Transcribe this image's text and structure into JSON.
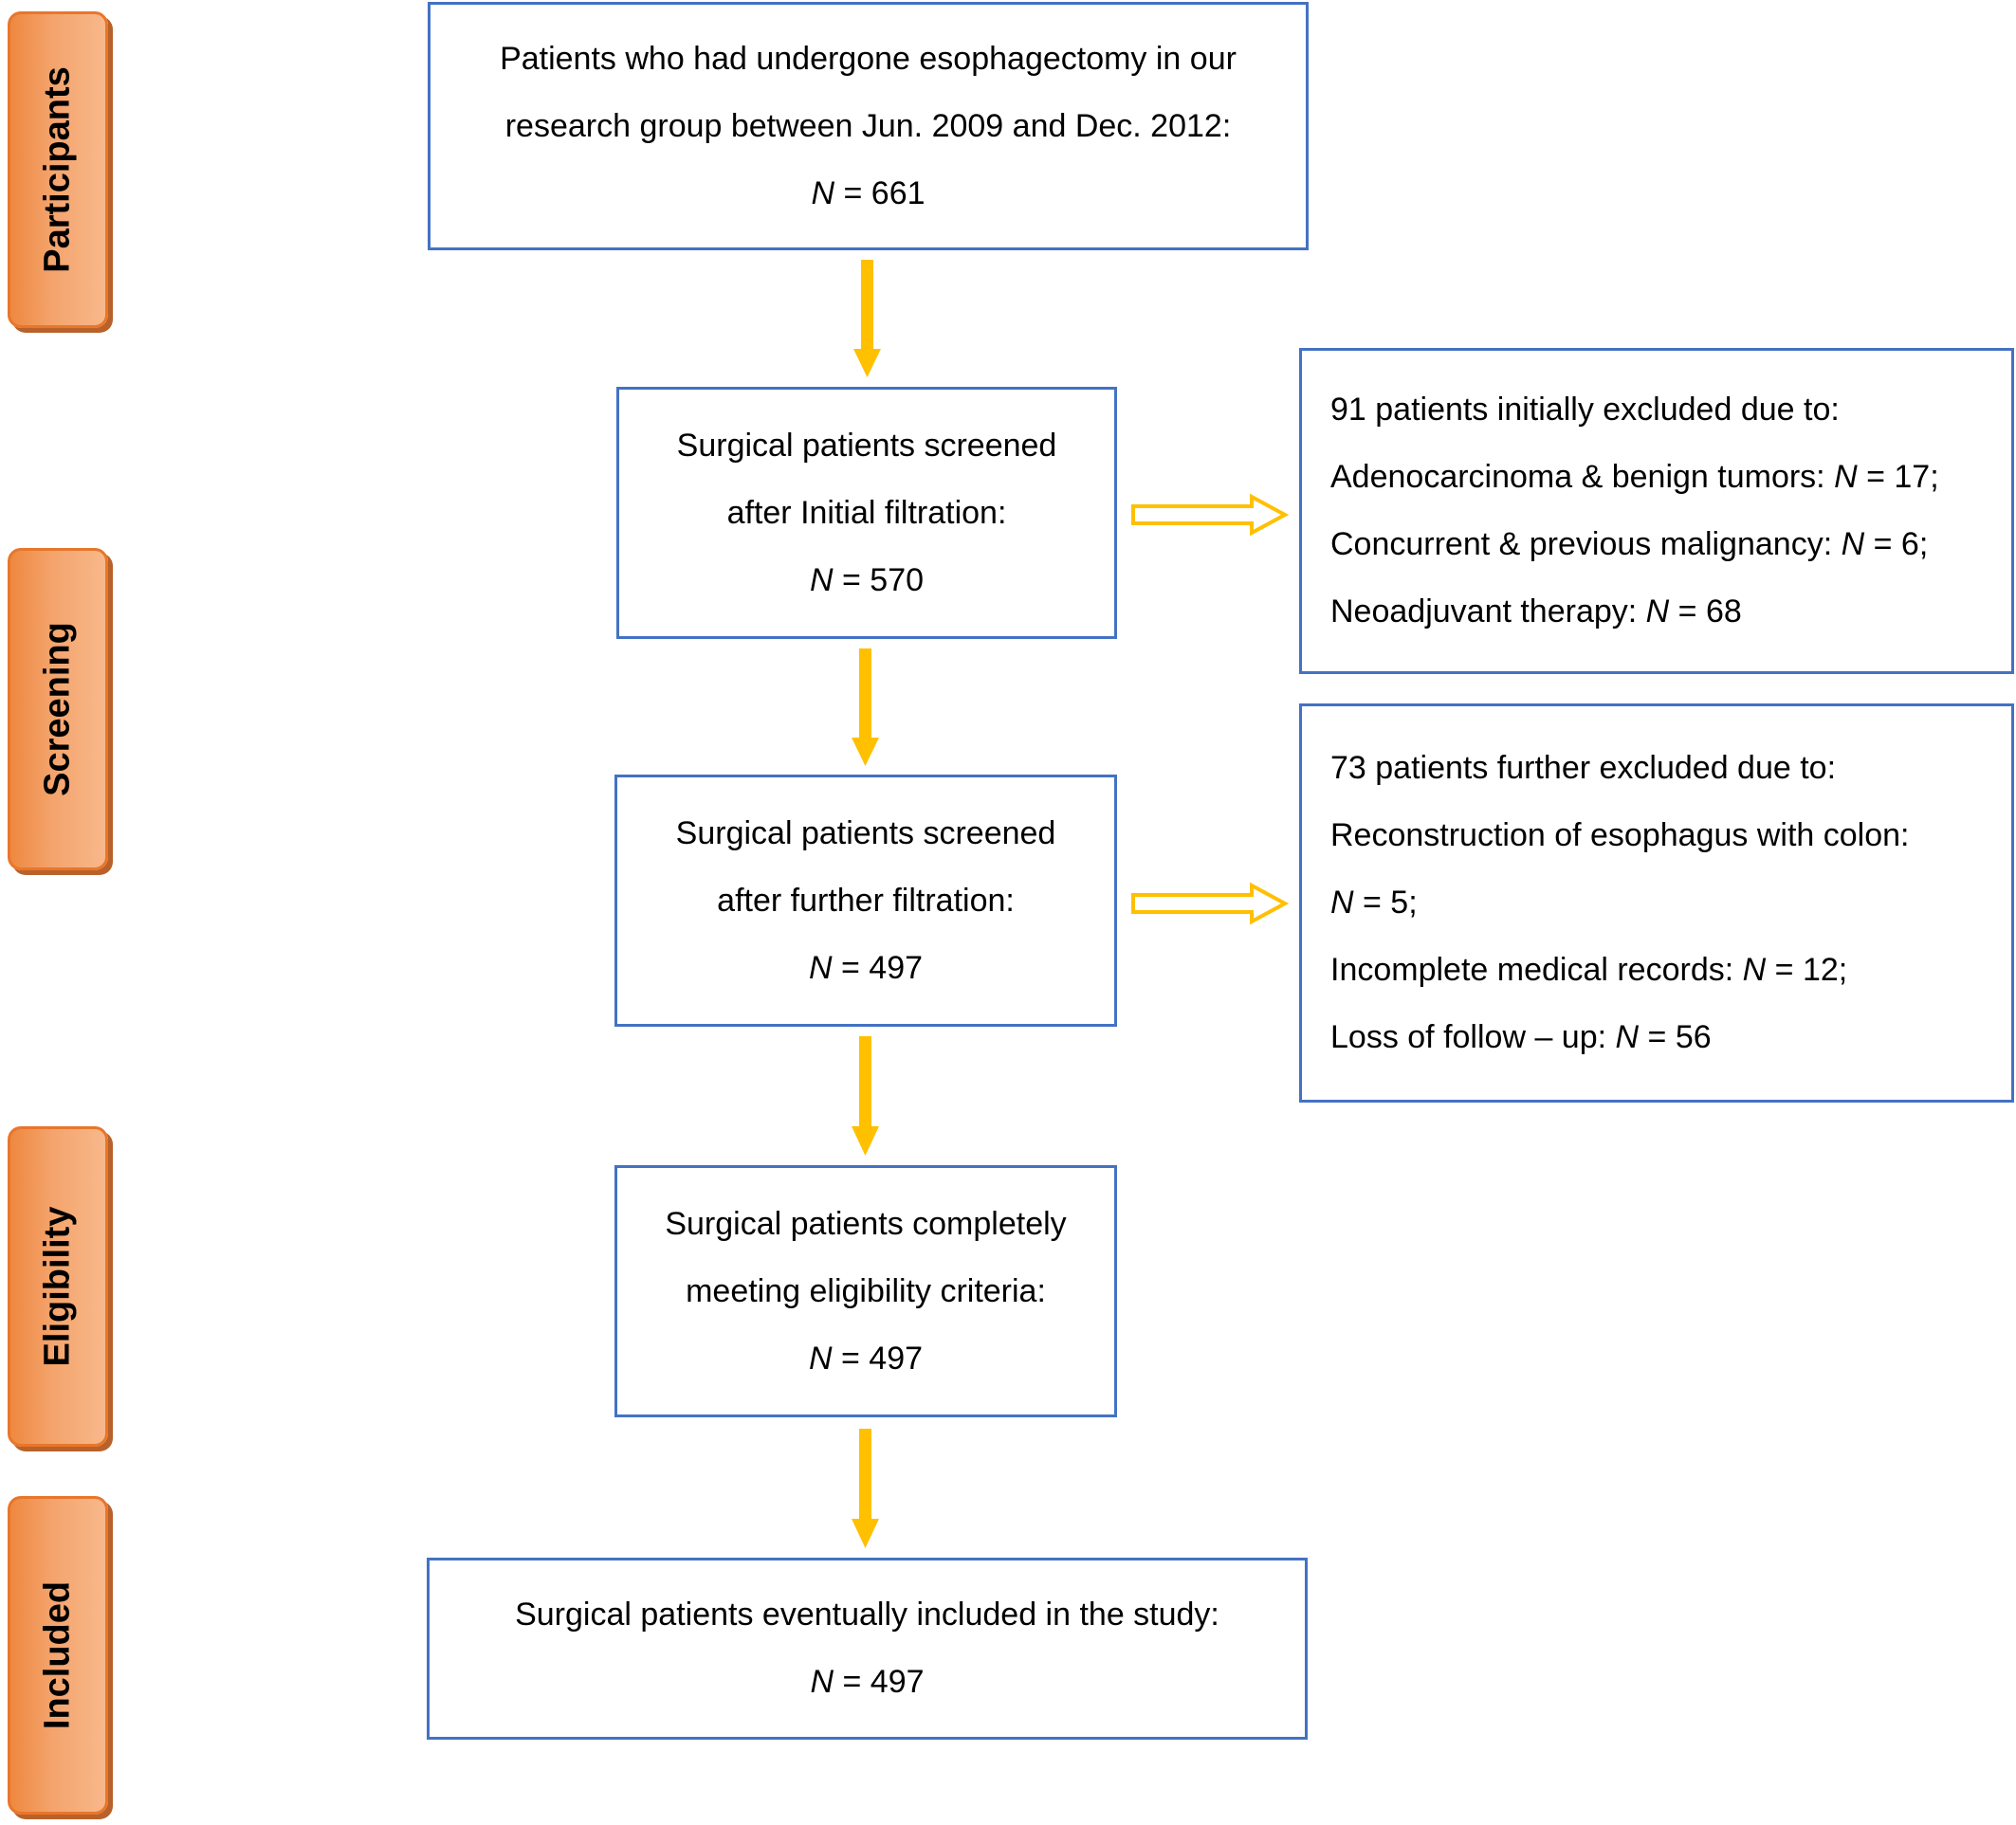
{
  "stages": [
    {
      "id": "participants",
      "label": "Participants"
    },
    {
      "id": "screening",
      "label": "Screening"
    },
    {
      "id": "eligibility",
      "label": "Eligibility"
    },
    {
      "id": "included",
      "label": "Included"
    }
  ],
  "boxes": {
    "initial": {
      "line1": "Patients who had undergone esophagectomy in our",
      "line2": "research group between Jun. 2009 and Dec. 2012:",
      "n_var": "N",
      "n_text": " = 661"
    },
    "screen1": {
      "line1": "Surgical patients screened",
      "line2": "after Initial filtration:",
      "n_var": "N",
      "n_text": " = 570"
    },
    "screen2": {
      "line1": "Surgical patients screened",
      "line2": "after further filtration:",
      "n_var": "N",
      "n_text": " = 497"
    },
    "eligible": {
      "line1": "Surgical patients completely",
      "line2": "meeting eligibility criteria:",
      "n_var": "N",
      "n_text": " = 497"
    },
    "included": {
      "line1": "Surgical patients eventually included in the study:",
      "n_var": "N",
      "n_text": " = 497"
    }
  },
  "exclusions": {
    "first": {
      "header": "91 patients initially excluded due to:",
      "items": [
        {
          "pre": "Adenocarcinoma & benign tumors: ",
          "var": "N",
          "post": " = 17;"
        },
        {
          "pre": "Concurrent & previous malignancy: ",
          "var": "N",
          "post": " = 6;"
        },
        {
          "pre": "Neoadjuvant therapy: ",
          "var": "N",
          "post": " = 68"
        }
      ]
    },
    "second": {
      "header": "73 patients further excluded due to:",
      "items": [
        {
          "pre": "Reconstruction of esophagus with colon:",
          "var": "",
          "post": ""
        },
        {
          "pre": "",
          "var": "N",
          "post": " = 5;"
        },
        {
          "pre": "Incomplete medical records: ",
          "var": "N",
          "post": " = 12;"
        },
        {
          "pre": "Loss of follow – up: ",
          "var": "N",
          "post": " = 56"
        }
      ]
    }
  },
  "colors": {
    "box_border": "#4472c4",
    "arrow": "#ffc000",
    "stage_fill": "#f4a46d",
    "stage_border": "#e8762b"
  }
}
